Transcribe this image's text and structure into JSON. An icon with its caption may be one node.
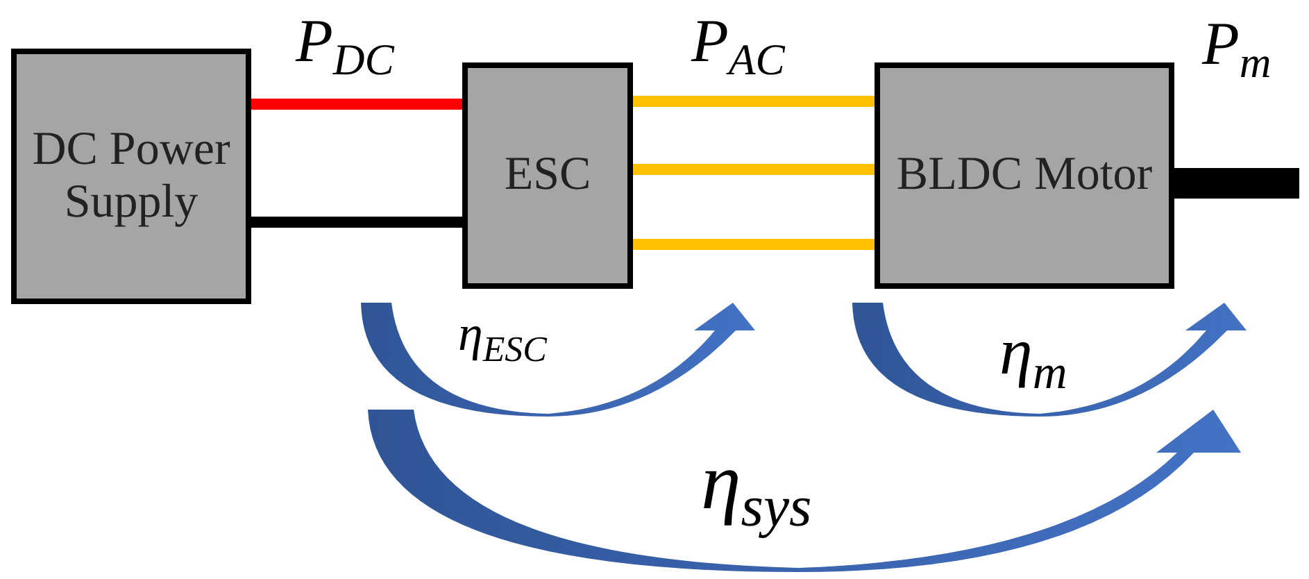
{
  "diagram": {
    "nodes": [
      {
        "text": [
          "DC Power Supply"
        ]
      },
      {
        "text": [
          "ESC"
        ]
      },
      {
        "text": [
          "BLDC Motor"
        ]
      }
    ],
    "edges": [
      {
        "from": 0,
        "to": 1,
        "arrow": "none",
        "color": "#ff0000"
      },
      {
        "from": 0,
        "to": 1,
        "arrow": "none",
        "color": "#000000"
      },
      {
        "from": 1,
        "to": 2,
        "arrow": "none"
      },
      {
        "from": 1,
        "to": 2,
        "arrow": "none"
      },
      {
        "from": 1,
        "to": 2,
        "arrow": "none"
      },
      {
        "from": 2,
        "to": null,
        "arrow": "none",
        "style": "thick",
        "color": "#000000"
      }
    ],
    "labels": [
      "P$_{DC}$",
      "P$_{AC}$",
      "P$_{m}$",
      "η$_{ESC}$",
      "η$_{m}$",
      "η$_{sys}$"
    ]
  }
}
